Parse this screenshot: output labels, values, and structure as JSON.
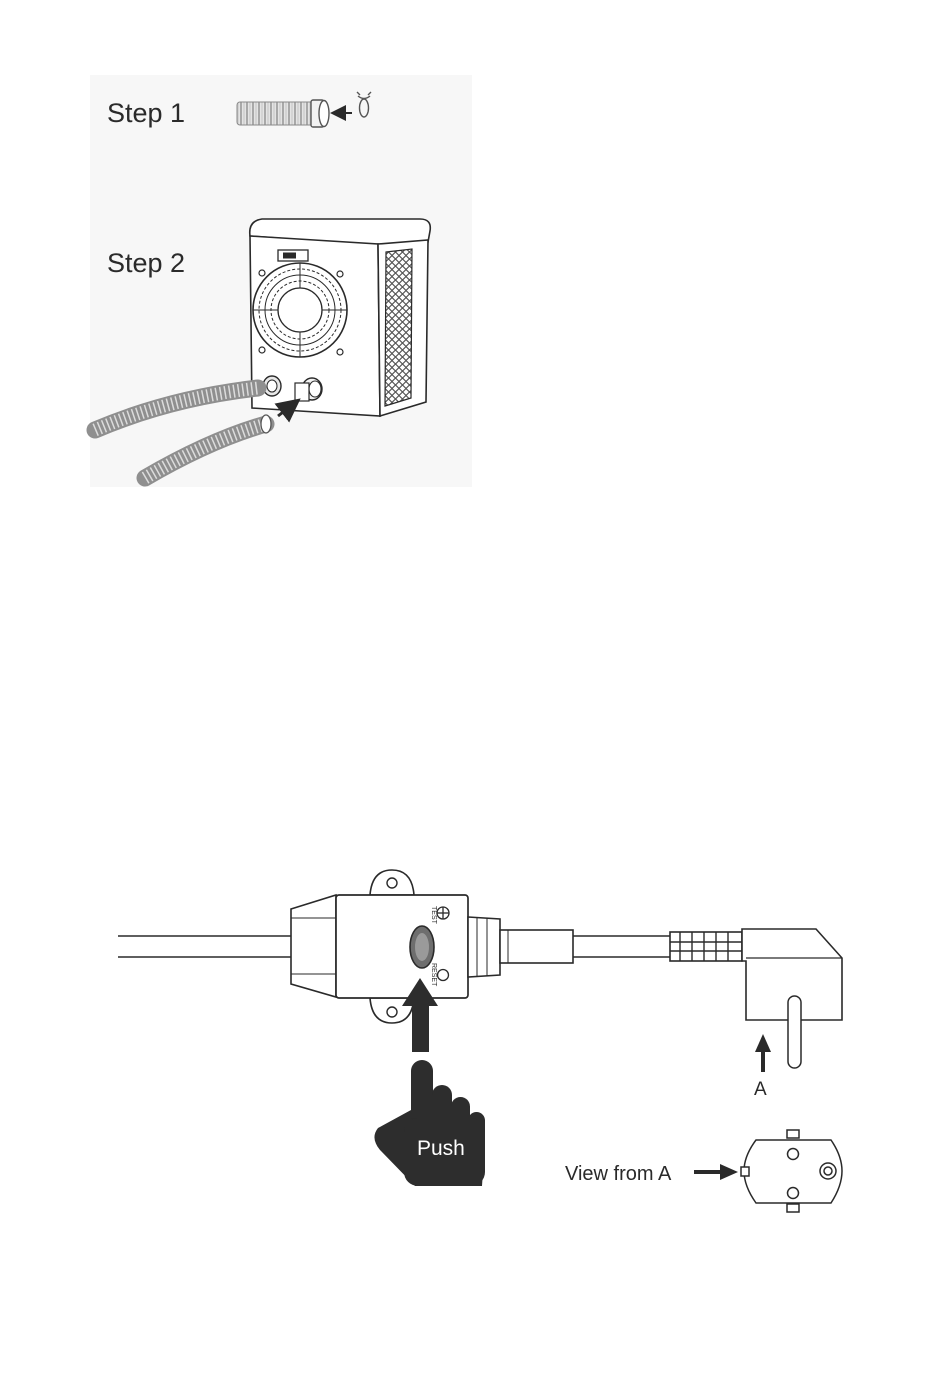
{
  "installation": {
    "step1_label": "Step 1",
    "step2_label": "Step 2"
  },
  "plug_diagram": {
    "test_label": "TEST",
    "reset_label": "RESET",
    "push_label": "Push",
    "a_label": "A",
    "view_label": "View from A"
  },
  "colors": {
    "line": "#2a2a2a",
    "panel_bg": "#f7f7f7",
    "hand": "#2d2d2d",
    "grille": "#555555"
  }
}
